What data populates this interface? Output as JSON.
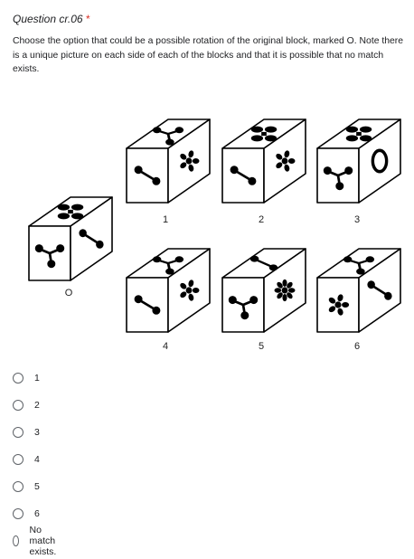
{
  "question": {
    "title": "Question cr.06",
    "required_mark": "*",
    "description": "Choose the option that could be a possible rotation of the original block, marked O. Note there is a unique picture on each side of each of the blocks and that it is possible that no match exists."
  },
  "cubes": [
    {
      "label": "O",
      "top": "clover",
      "front": "tripod",
      "side": "stick"
    },
    {
      "label": "1",
      "top": "tripod",
      "front": "stick",
      "side": "flower"
    },
    {
      "label": "2",
      "top": "clover",
      "front": "stick",
      "side": "flower"
    },
    {
      "label": "3",
      "top": "clover",
      "front": "tripod",
      "side": "ring"
    },
    {
      "label": "4",
      "top": "tripod",
      "front": "stick",
      "side": "flower"
    },
    {
      "label": "5",
      "top": "stick",
      "front": "tripod",
      "side": "blossom"
    },
    {
      "label": "6",
      "top": "tripod",
      "front": "flower",
      "side": "stick"
    }
  ],
  "options": [
    {
      "label": "1"
    },
    {
      "label": "2"
    },
    {
      "label": "3"
    },
    {
      "label": "4"
    },
    {
      "label": "5"
    },
    {
      "label": "6"
    },
    {
      "label": "No match exists."
    }
  ],
  "colors": {
    "accent_required": "#d93025",
    "radio_border": "#5f6368",
    "ink": "#000000"
  }
}
